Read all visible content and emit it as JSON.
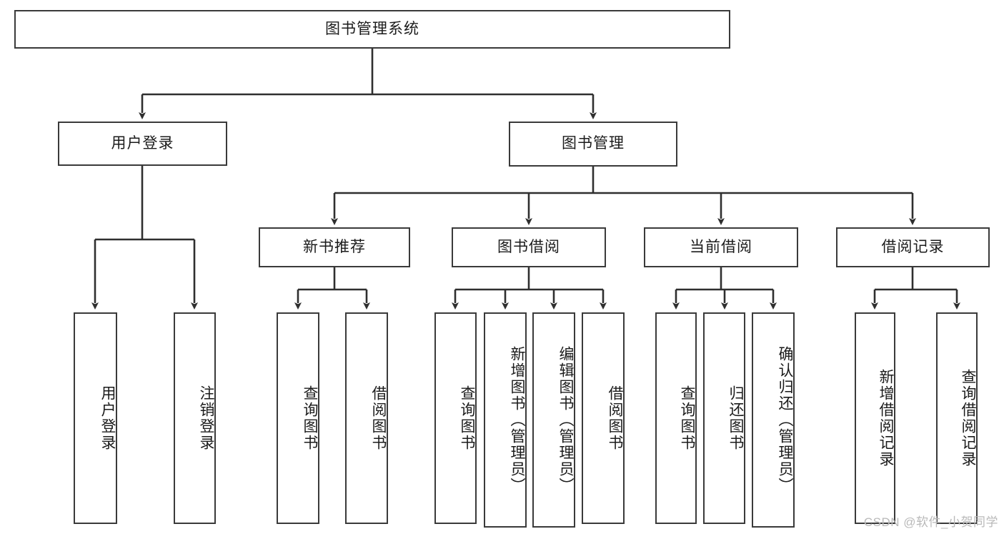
{
  "diagram": {
    "title": "图书管理系统",
    "type": "hierarchy-tree",
    "watermark": "CSDN @软件_小贺同学",
    "colors": {
      "box_border": "#3a3a3a",
      "box_fill": "#ffffff",
      "connector": "#2f2f2f",
      "text": "#1b1b1b",
      "watermark": "#b9b9b9"
    },
    "nodes": {
      "root": {
        "label": "图书管理系统"
      },
      "level1": [
        {
          "label": "用户登录"
        },
        {
          "label": "图书管理"
        }
      ],
      "level2": [
        {
          "label": "新书推荐"
        },
        {
          "label": "图书借阅"
        },
        {
          "label": "当前借阅"
        },
        {
          "label": "借阅记录"
        }
      ],
      "leaves": {
        "user_login": [
          {
            "label": "用户登录"
          },
          {
            "label": "注销登录"
          }
        ],
        "new_book": [
          {
            "label": "查询图书"
          },
          {
            "label": "借阅图书"
          }
        ],
        "book_borrow": [
          {
            "label": "查询图书"
          },
          {
            "label": "新增图书（管理员）"
          },
          {
            "label": "编辑图书（管理员）"
          },
          {
            "label": "借阅图书"
          }
        ],
        "current_borrow": [
          {
            "label": "查询图书"
          },
          {
            "label": "归还图书"
          },
          {
            "label": "确认归还（管理员）"
          }
        ],
        "borrow_record": [
          {
            "label": "新增借阅记录"
          },
          {
            "label": "查询借阅记录"
          }
        ]
      }
    }
  }
}
